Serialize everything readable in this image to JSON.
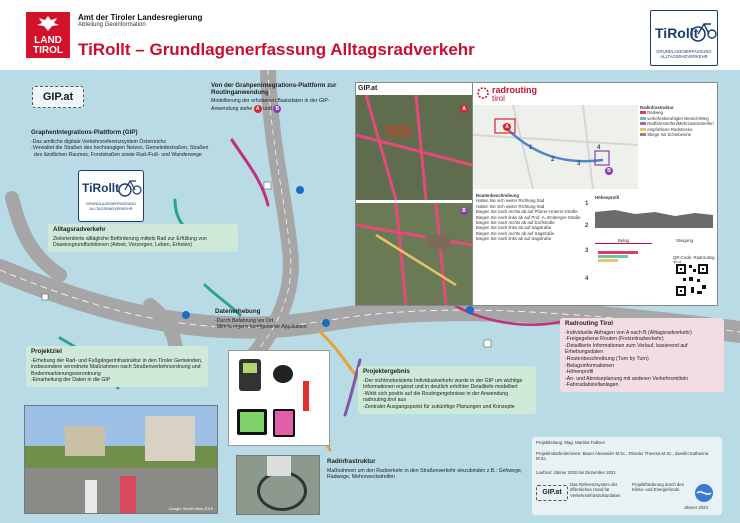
{
  "header": {
    "org_name": "Amt der Tiroler Landesregierung",
    "org_dept": "Abteilung Geoinformation",
    "land_logo": "LAND\nTIROL",
    "title": "TiRollt – Grundlagenerfassung Alltagsradverkehr",
    "tirollt_logo": {
      "name": "TiRollt",
      "sub": "GRUNDLAGENERFASSUNG ALLTAGSRADVERKEHR"
    }
  },
  "gip_logo": "GIP.at",
  "gip_platform": {
    "title": "GraphenIntegrations-Plattform (GIP)",
    "lines": [
      "-Das amtliche digitale Verkehrsreferenzsystem Österreichs",
      "-Verwaltet die Straßen des hochrangigen Netzes, Gemeindestraßen, Straßen",
      "  des ländlichen Raumes, Forststraßen sowie Rad-/Fuß- und Wanderwege"
    ]
  },
  "routing_from": {
    "title": "Von der Grahpenintegrations-Plattform zur Routinganwendung",
    "text": "Modellierung der erhobenen Basisdaten in der GIP-Anwendung siehe",
    "badge_a": "A",
    "and": "und",
    "badge_b": "B"
  },
  "alltag": {
    "title": "Alltagsradverkehr",
    "text": "Zielorientierte alltägliche Beförderung mittels Rad zur Erfüllung von Daseinsgrundfunktionen (Arbeit, Versorgen, Leben, Erholen)"
  },
  "datenerhebung": {
    "title": "Datenerhebung",
    "lines": [
      "-Durch Befahrung vor Ort",
      "-Mittels eigens konfigurierter Applikation"
    ]
  },
  "projektziel": {
    "title": "Projektziel",
    "lines": [
      "-Erhebung der Rad- und Fußgängerinfrastruktur in den Tiroler Gemeinden, insbesondere verordnete Maßnahmen nach Straßenverkehrsordnung und Bodenmarkierungsverordnung",
      "-Einarbeitung der Daten in die GIP"
    ]
  },
  "projektergebnis": {
    "title": "Projektergebnis",
    "lines": [
      "-Der nichtmotorisierte Individualverkehr wurde in der GIP um wichtige Informationen ergänzt und in deutlich erhöhter Detailtiefe modelliert",
      "-Wirkt sich positiv auf die Routingergebnisse in der Anwendung radrouting.tirol aus",
      "-Zentraler Ausgangspunkt für zukünftige Planungen und Konzepte"
    ]
  },
  "radinfra": {
    "title": "Radinfrastruktur",
    "text": "Maßnahmen um den Radverkehr in den Straßenverkehr einzubinden z.B.: Gehwege, Radwege, Mehrzweckstreifen"
  },
  "radrouting": {
    "title": "Radrouting Tirol",
    "lines": [
      "-Individuelle Abfragen von A nach B (Alltagsradverkehr)",
      "-Freigegebene Routen (Freizeitradverkehr)",
      "-Detaillierte Informationen zum Verlauf, basierend auf Erhebungsdaten",
      "-Routenbeschreibung (Turn by Turn)",
      "-Belagsinformationen",
      "-Höhenprofil",
      "-An- und Abreiseplanung mit anderen Verkehrsmitteln",
      "-Fahrradabstellanlagen"
    ]
  },
  "app": {
    "logo": "radrouting",
    "logo_sub": "tirol",
    "gip_label": "GIP.at",
    "panel_title": "Routenbeschreibung",
    "legend_title": "Radinfrastruktur",
    "legend": [
      {
        "label": "Radweg",
        "color": "#d93b6a"
      },
      {
        "label": "verkehrsberuhigter Bereich/Weg",
        "color": "#6fc2a8"
      },
      {
        "label": "Radfahrstreifen/Mehrzweckstreifen",
        "color": "#9a6fb0"
      },
      {
        "label": "empfohlene Radstrecke",
        "color": "#e3c56a"
      },
      {
        "label": "Stiege mit Schiebeinne",
        "color": "#888888"
      }
    ],
    "profile_title": "Höhenprofil",
    "steps": [
      "Halten Sie sich weiter Richtung Süd",
      "Halten Sie sich weiter Richtung Süd",
      "Biegen Sie nach rechts ab auf Pfarrer-Unterer-Straße",
      "Biegen Sie nach links ab auf Prof.-A.-Emberger-Straße",
      "Biegen Sie nach rechts ab auf Dorfstraße",
      "Biegen Sie nach links ab auf Sagstraße",
      "Biegen Sie nach rechts ab auf Sagstraße",
      "Biegen Sie nach links ab auf Sagstraße"
    ],
    "step_numbers": [
      "1",
      "2",
      "3",
      "4"
    ],
    "qr_label": "QR-Code: Radrouting Tirol",
    "tabs": [
      "Belag",
      "Steigung"
    ],
    "badge_a": "A",
    "badge_b": "B",
    "map_numbers": [
      "1",
      "2",
      "3",
      "4"
    ]
  },
  "photo_caption": "Google Street View 2019",
  "footer": {
    "lead": "Projektleitung: Mag. Martina Falkner",
    "staff": "Projektmitarbeiterinnen: Bauer Alexander M.Sc., Rössler Theresa M.Sc., Zweifel Katharina M.Sc.",
    "period": "Laufzeit: Jänner 2020 bis Dezember 2021",
    "gip_text": "Das Referenzsystem der öffentlichen Hand für Verkehrsinfrastrukturdaten",
    "fund_text": "Projektförderung durch den Klima- und Energiefonds",
    "date": "Jänner 2023"
  },
  "colors": {
    "background": "#b9dbe6",
    "road": "#a6a6a6",
    "accent_red": "#c8102e",
    "path_magenta": "#c2307a",
    "path_green": "#2aa58a",
    "path_orange": "#e7a23a",
    "path_purple": "#7b5aa6"
  }
}
